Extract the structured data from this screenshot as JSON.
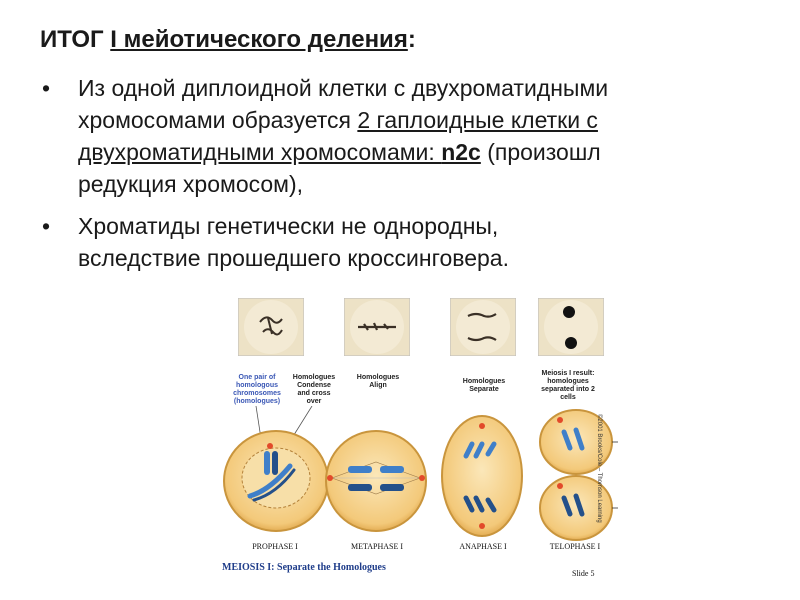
{
  "title": {
    "prefix": "ИТОГ ",
    "underlined": "I мейотического деления",
    "suffix": ":"
  },
  "bullets": [
    {
      "symbol": "•",
      "line1": "Из одной диплоидной клетки с двухроматидными",
      "line2_plain": "хромосомами образуется ",
      "line2_underlined": "2 гаплоидные клетки с",
      "line3_underlined": "двухроматидными хромосомами: ",
      "line3_bold": "n2c",
      "line3_tail": " (произошл",
      "line4": "редукция хромосом),"
    },
    {
      "symbol": "•",
      "line1": "Хроматиды генетически не однородны,",
      "line2": "вследствие прошедшего кроссинговера."
    }
  ],
  "figure": {
    "stage_captions": [
      {
        "lines": [
          "One pair of",
          "homologous",
          "chromosomes",
          "(homologues)"
        ],
        "color": "#3a57b5"
      },
      {
        "lines": [
          "Homologues",
          "Condense",
          "and cross",
          "over"
        ],
        "color": "#222222"
      },
      {
        "lines": [
          "Homologues",
          "Align"
        ],
        "color": "#222222"
      },
      {
        "lines": [
          "Homologues",
          "Separate"
        ],
        "color": "#222222"
      },
      {
        "lines": [
          "Meiosis I result:",
          "homologues",
          "separated into 2",
          "cells"
        ],
        "color": "#222222"
      }
    ],
    "stage_names": [
      "PROPHASE I",
      "METAPHASE I",
      "ANAPHASE I",
      "TELOPHASE I"
    ],
    "caption": "MEIOSIS I: Separate the Homologues",
    "slide_number": "Slide 5",
    "copyright": "©2001 Brooks/Cole – Thomson Learning",
    "colors": {
      "cell_fill": "#f6d79a",
      "cell_edge": "#c9953d",
      "chromosome": "#3f7fc9",
      "chromosome_dark": "#24508a",
      "centromere": "#e24a2a",
      "micro_bg": "#ede2c6"
    }
  }
}
